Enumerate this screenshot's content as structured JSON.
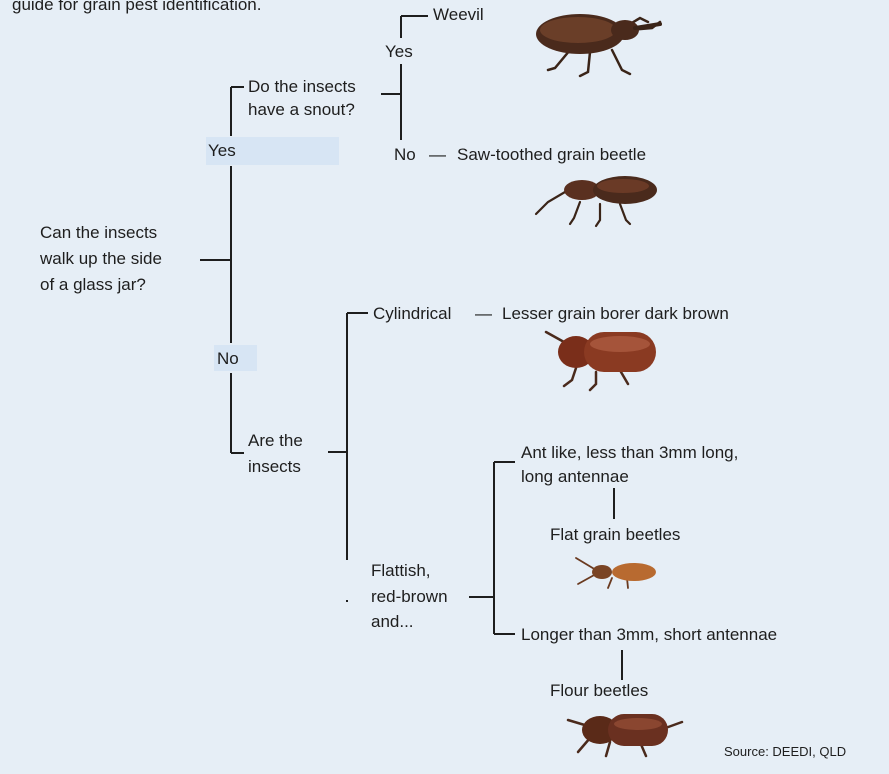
{
  "intro_fragment": "guide for grain pest identification.",
  "root_question": [
    "Can the insects",
    "walk up the side",
    "of a glass jar?"
  ],
  "yes_branch": {
    "label": "Yes",
    "question": [
      "Do the insects",
      "have a snout?"
    ],
    "yes_label": "Yes",
    "yes_result": "Weevil",
    "no_label": "No",
    "dash": "—",
    "no_result": "Saw-toothed grain beetle"
  },
  "no_branch": {
    "label": "No",
    "question": [
      "Are the",
      "insects"
    ],
    "cylindrical_label": "Cylindrical",
    "dash": "—",
    "cylindrical_result": "Lesser grain borer dark brown",
    "flattish_label": [
      "Flattish,",
      "red-brown",
      "and..."
    ],
    "antlike_label": [
      "Ant like, less than 3mm long,",
      "long antennae"
    ],
    "antlike_result": "Flat grain beetles",
    "longer_label": "Longer than 3mm, short antennae",
    "longer_result": "Flour beetles"
  },
  "source": "Source: DEEDI, QLD",
  "colors": {
    "background": "#e6eef6",
    "highlight": "#d7e5f4",
    "beetle_dark": "#4a2a1c",
    "beetle_red": "#8a3a22",
    "beetle_orange": "#b86a30"
  }
}
